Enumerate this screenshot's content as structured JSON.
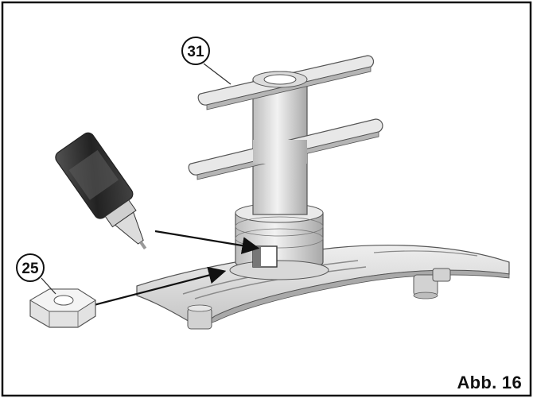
{
  "figure": {
    "label": "Abb. 16"
  },
  "callouts": [
    {
      "number": "31",
      "part": "upper-bracket"
    },
    {
      "number": "25",
      "part": "hex-nut"
    }
  ],
  "colors": {
    "border": "#111111",
    "part_light": "#e6e6e6",
    "part_mid": "#cfcfcf",
    "part_dark": "#9a9a9a",
    "outline": "#555555",
    "arrow": "#111111"
  }
}
